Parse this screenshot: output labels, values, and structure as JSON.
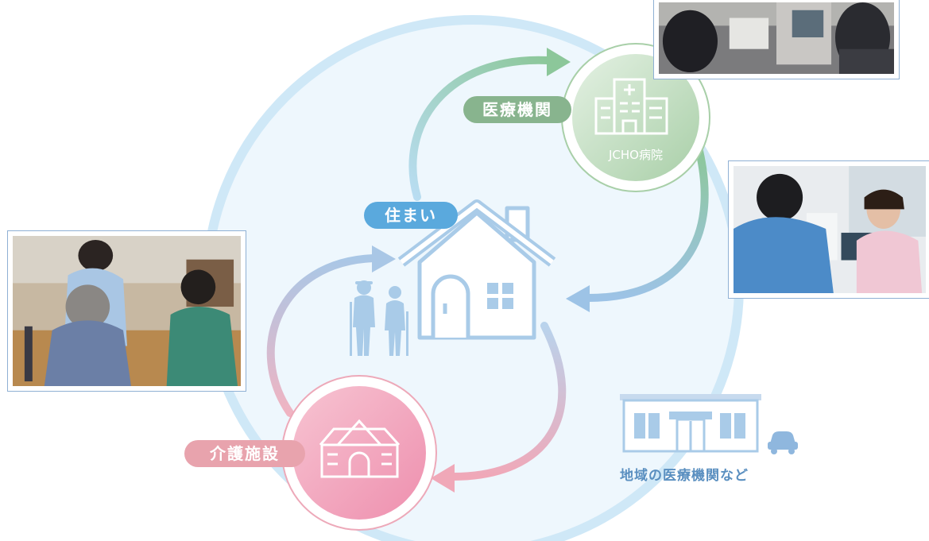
{
  "labels": {
    "medical": "医療機関",
    "jcho": "JCHO病院",
    "home": "住まい",
    "care": "介護施設",
    "local": "地域の医療機関など"
  },
  "colors": {
    "medical_green": "#88b48e",
    "home_blue": "#5aa9dd",
    "care_pink": "#e8a3ad",
    "big_circle": "#cfe8f7",
    "local_blue": "#5a8fc0"
  },
  "icons": [
    "hospital-icon",
    "house-icon",
    "elderly-couple-icon",
    "care-facility-icon",
    "clinic-icon",
    "car-icon"
  ]
}
